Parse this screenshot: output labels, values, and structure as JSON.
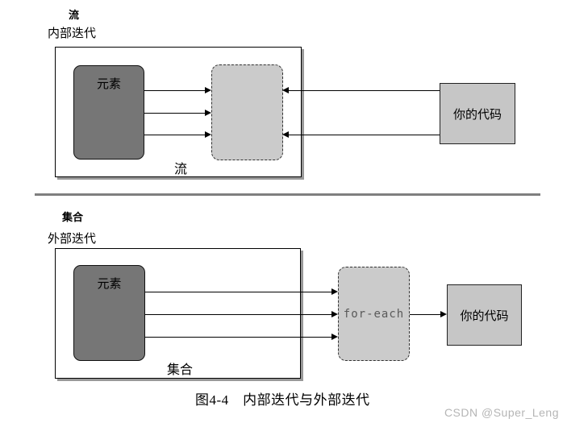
{
  "figure": {
    "caption": "图4-4　内部迭代与外部迭代",
    "watermark": "CSDN @Super_Leng"
  },
  "top_section": {
    "type_label": "流",
    "iteration_label": "内部迭代",
    "elements_label": "元素",
    "container_label": "流",
    "code_label": "你的代码"
  },
  "bottom_section": {
    "type_label": "集合",
    "iteration_label": "外部迭代",
    "elements_label": "元素",
    "container_label": "集合",
    "foreach_label": "for-each",
    "code_label": "你的代码"
  },
  "colors": {
    "elements_box_fill": "#767676",
    "buffer_box_fill": "#cbcbcb",
    "code_box_fill": "#c6c6c6",
    "outer_box_shadow": "#999999",
    "divider": "#7f7f7f",
    "foreach_text": "#5a5a5a",
    "watermark_text": "#b5b5b5"
  }
}
